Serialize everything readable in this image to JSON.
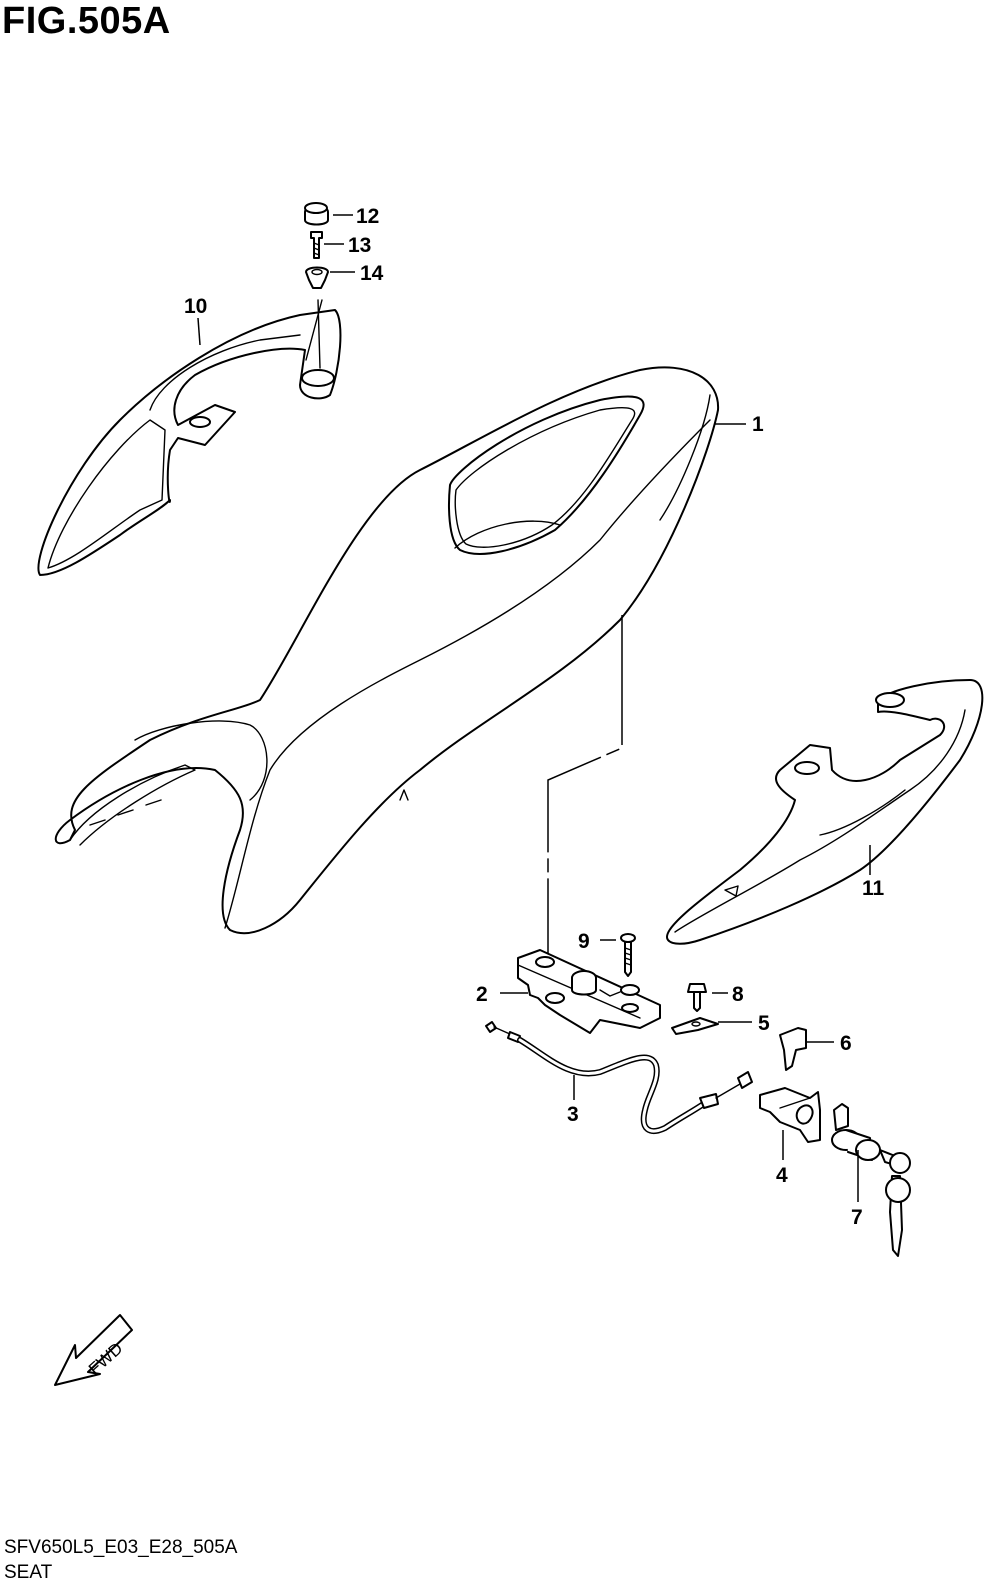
{
  "figure": {
    "title": "FIG.505A",
    "code": "SFV650L5_E03_E28_505A",
    "caption": "SEAT",
    "direction_label": "FWD"
  },
  "callouts": [
    {
      "id": "1",
      "part": "seat"
    },
    {
      "id": "2",
      "part": "seat-lock-bracket"
    },
    {
      "id": "3",
      "part": "seat-lock-cable"
    },
    {
      "id": "4",
      "part": "lock-holder-bracket"
    },
    {
      "id": "5",
      "part": "clip"
    },
    {
      "id": "6",
      "part": "clamp"
    },
    {
      "id": "7",
      "part": "seat-lock-set"
    },
    {
      "id": "8",
      "part": "bolt"
    },
    {
      "id": "9",
      "part": "screw"
    },
    {
      "id": "10",
      "part": "pillion-handle-left"
    },
    {
      "id": "11",
      "part": "pillion-handle-right"
    },
    {
      "id": "12",
      "part": "cap"
    },
    {
      "id": "13",
      "part": "bolt"
    },
    {
      "id": "14",
      "part": "washer"
    }
  ]
}
